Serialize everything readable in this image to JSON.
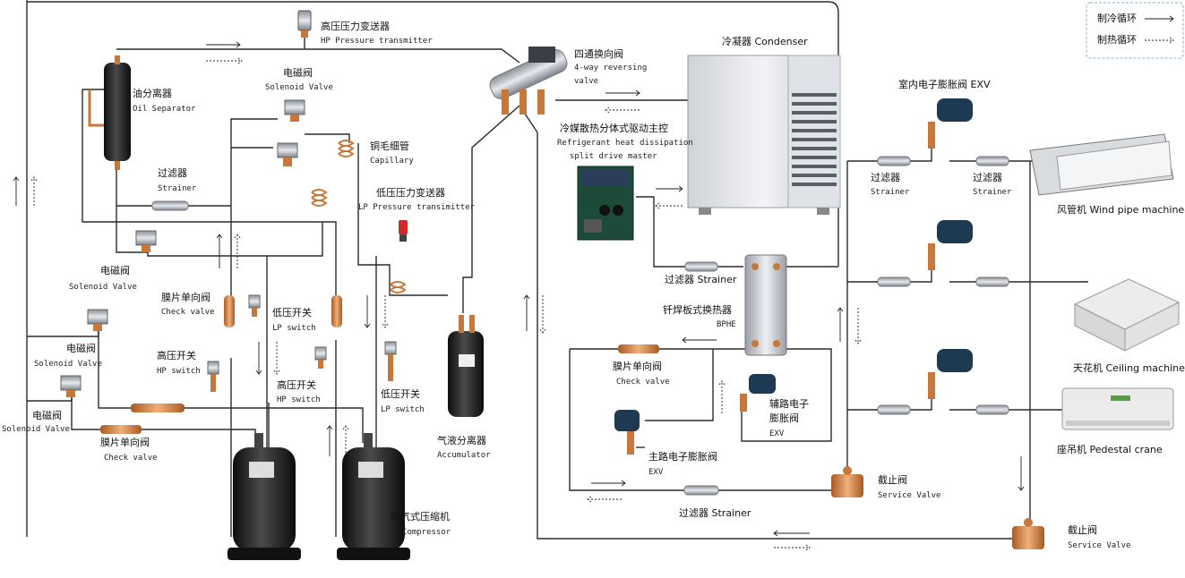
{
  "legend": {
    "cooling": "制冷循环",
    "heating": "制热循环"
  },
  "labels": {
    "hp_transmitter_cn": "高压压力变送器",
    "hp_transmitter_en": "HP Pressure transmitter",
    "oil_separator_cn": "油分离器",
    "oil_separator_en": "Oil Separator",
    "solenoid_top_cn": "电磁阀",
    "solenoid_top_en": "Solenoid Valve",
    "strainer_left_cn": "过滤器",
    "strainer_left_en": "Strainer",
    "capillary_cn": "铜毛细管",
    "capillary_en": "Capillary",
    "lp_transmitter_cn": "低压压力变送器",
    "lp_transmitter_en": "LP Pressure transimitter",
    "reversing_cn": "四通换向阀",
    "reversing_en1": "4-way reversing",
    "reversing_en2": "valve",
    "condenser": "冷凝器 Condenser",
    "drive_cn": "冷媒散热分体式驱动主控",
    "drive_en1": "Refrigerant heat dissipation",
    "drive_en2": "split drive master",
    "solenoid_mid_cn": "电磁阀",
    "solenoid_mid_en": "Solenoid Valve",
    "check_upper_cn": "膜片单向阀",
    "check_upper_en": "Check valve",
    "lp_switch1_cn": "低压开关",
    "lp_switch1_en": "LP switch",
    "hp_switch1_cn": "高压开关",
    "hp_switch1_en": "HP switch",
    "hp_switch2_cn": "高压开关",
    "hp_switch2_en": "HP switch",
    "lp_switch2_cn": "低压开关",
    "lp_switch2_en": "LP switch",
    "solenoid_lower_cn": "电磁阀",
    "solenoid_lower_en": "Solenoid Valve",
    "solenoid_bottom_cn": "电磁阀",
    "solenoid_bottom_en": "Solenoid Valve",
    "check_lower_cn": "膜片单向阀",
    "check_lower_en": "Check valve",
    "accumulator_cn": "气液分离器",
    "accumulator_en": "Accumulator",
    "compressor_cn": "喷气式压缩机",
    "compressor_en": "Compressor",
    "strainer_bphe": "过滤器 Strainer",
    "bphe_cn": "钎焊板式换热器",
    "bphe_en": "BPHE",
    "check_right_cn": "膜片单向阀",
    "check_right_en": "Check valve",
    "aux_exv_cn1": "辅路电子",
    "aux_exv_cn2": "膨胀阀",
    "aux_exv_en": "EXV",
    "main_exv_cn": "主路电子膨胀阀",
    "main_exv_en": "EXV",
    "strainer_bottom": "过滤器 Strainer",
    "service1_cn": "截止阀",
    "service1_en": "Service Valve",
    "service2_cn": "截止阀",
    "service2_en": "Service Valve",
    "indoor_exv": "室内电子膨胀阀 EXV",
    "strainer_in1_cn": "过滤器",
    "strainer_in1_en": "Strainer",
    "strainer_in2_cn": "过滤器",
    "strainer_in2_en": "Strainer",
    "wind_pipe": "风管机 Wind pipe machine",
    "ceiling": "天花机 Ceiling machine",
    "pedestal": "座吊机 Pedestal crane"
  },
  "colors": {
    "copper": "#c8773a",
    "pipe": "#2a2a2a",
    "legend_border": "#7fb0d8",
    "valve_body": "#1e3a52"
  }
}
